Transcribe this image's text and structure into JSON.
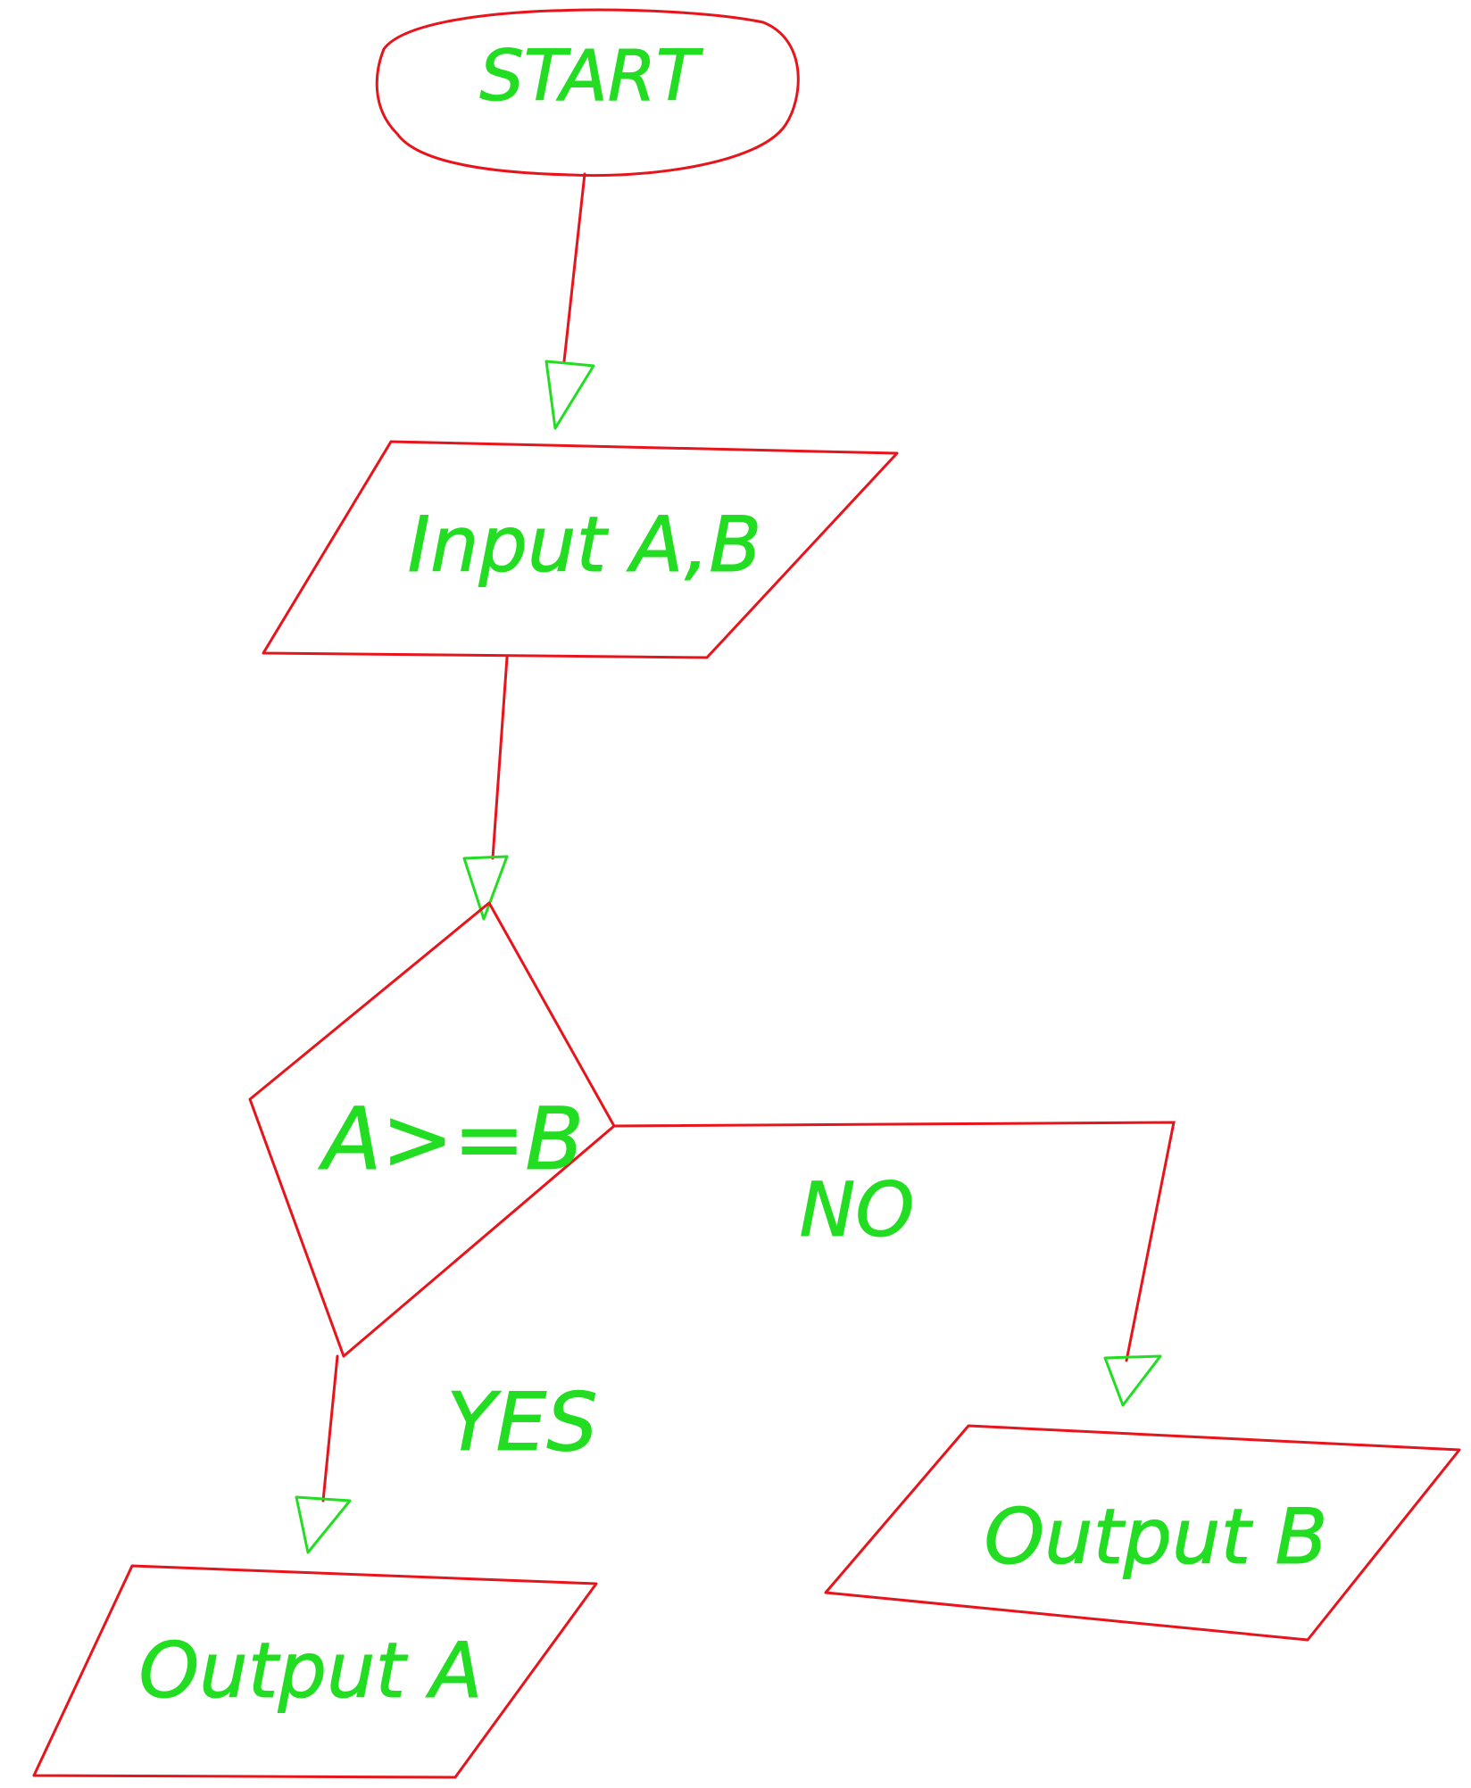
{
  "nodes": {
    "start": {
      "label": "START",
      "shape": "ellipse"
    },
    "input": {
      "label": "Input A,B",
      "shape": "parallelogram"
    },
    "decision": {
      "label": "A>=B",
      "shape": "diamond"
    },
    "output_a": {
      "label": "Output A",
      "shape": "parallelogram"
    },
    "output_b": {
      "label": "Output B",
      "shape": "parallelogram"
    }
  },
  "edges": {
    "yes_label": "YES",
    "no_label": "NO"
  },
  "colors": {
    "outline": "#e8141b",
    "text": "#22dd22",
    "background": "#ffffff"
  }
}
